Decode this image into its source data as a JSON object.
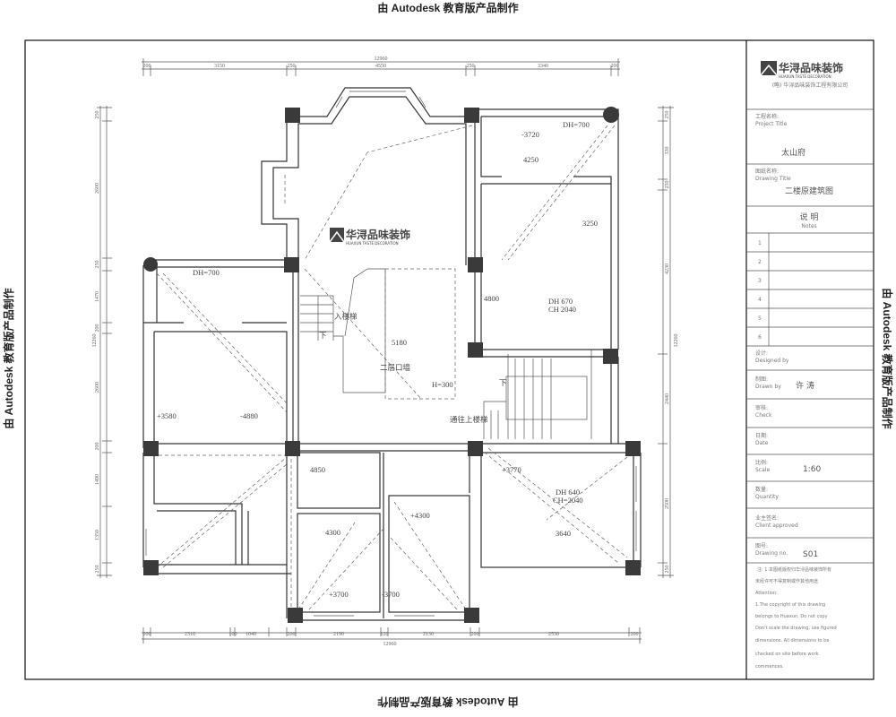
{
  "watermark": "由 Autodesk 教育版产品制作",
  "logo": {
    "cn": "华浔品味装饰",
    "en": "HUAXUN TASTE DECORATION",
    "company": "(略) 华浔品味装饰工程有限公司"
  },
  "dimensions": {
    "top_total": "12960",
    "top": [
      "200",
      "3150",
      "250",
      "4550",
      "250",
      "3340",
      "200"
    ],
    "bottom_total": "12960",
    "bottom": [
      "200",
      "2310",
      "100",
      "1040",
      "200",
      "2190",
      "120",
      "2130",
      "200",
      "2530",
      "200"
    ],
    "left": [
      "250",
      "2600",
      "250",
      "1470",
      "200",
      "2600",
      "200",
      "1490",
      "1350",
      "250"
    ],
    "left_total": "12260",
    "right": [
      "250",
      "330",
      "250",
      "4230",
      "2440",
      "2500",
      "250"
    ],
    "right_total": "12260"
  },
  "labels": {
    "dh700_left": "DH=700",
    "dh700_top": "DH=700",
    "e3720": "-3720",
    "e4250": "4250",
    "e3250": "3250",
    "e4800": "4800",
    "dh670": "DH 670",
    "ch2040a": "CH 2040",
    "e5180": "5180",
    "up_stair": "入楼梯",
    "down1": "下",
    "void": "二层口墙",
    "h300": "H=300",
    "down2": "下",
    "to_stair": "通往上楼梯",
    "e3580": "+3580",
    "e4880": "-4880",
    "e4850": "4850",
    "e3770": "+3770",
    "dh640": "DH 640",
    "ch2040b": "CH=2040",
    "e4300a": "+4300",
    "e4300b": "4300",
    "e3640": "3640",
    "e3700a": "+3700",
    "e3700b": "-3700"
  },
  "title_block": {
    "project_label": "工程名称:",
    "project_label_en": "Project Title",
    "project_value": "太山府",
    "drawing_label": "图纸名称:",
    "drawing_label_en": "Drawing Title",
    "drawing_value": "二楼原建筑图",
    "notes_label": "说 明",
    "notes_label_en": "Notes",
    "rows": [
      "1",
      "2",
      "3",
      "4",
      "5",
      "6"
    ],
    "fields": [
      {
        "label": "设计:",
        "en": "Designed by",
        "value": ""
      },
      {
        "label": "制图:",
        "en": "Drawn by",
        "value": "许 涛"
      },
      {
        "label": "审核:",
        "en": "Check",
        "value": ""
      },
      {
        "label": "日期:",
        "en": "Date",
        "value": ""
      },
      {
        "label": "比例:",
        "en": "Scale",
        "value": "1:60"
      },
      {
        "label": "数量:",
        "en": "Quantity",
        "value": ""
      },
      {
        "label": "业主签名:",
        "en": "Client approved",
        "value": ""
      },
      {
        "label": "图号:",
        "en": "Drawing no.",
        "value": "S01"
      }
    ],
    "notes": [
      "注: 1.本图纸版权归华浔品味装饰所有",
      "未经许可不得复制或作其他用途",
      "Attention:",
      "1.The copyright of this drawing",
      "belongs to Huaxun. Do not copy",
      "Don't scale the drawing, use figured",
      "dimensions. All dimensions to be",
      "checked on site before work",
      "commences."
    ]
  }
}
